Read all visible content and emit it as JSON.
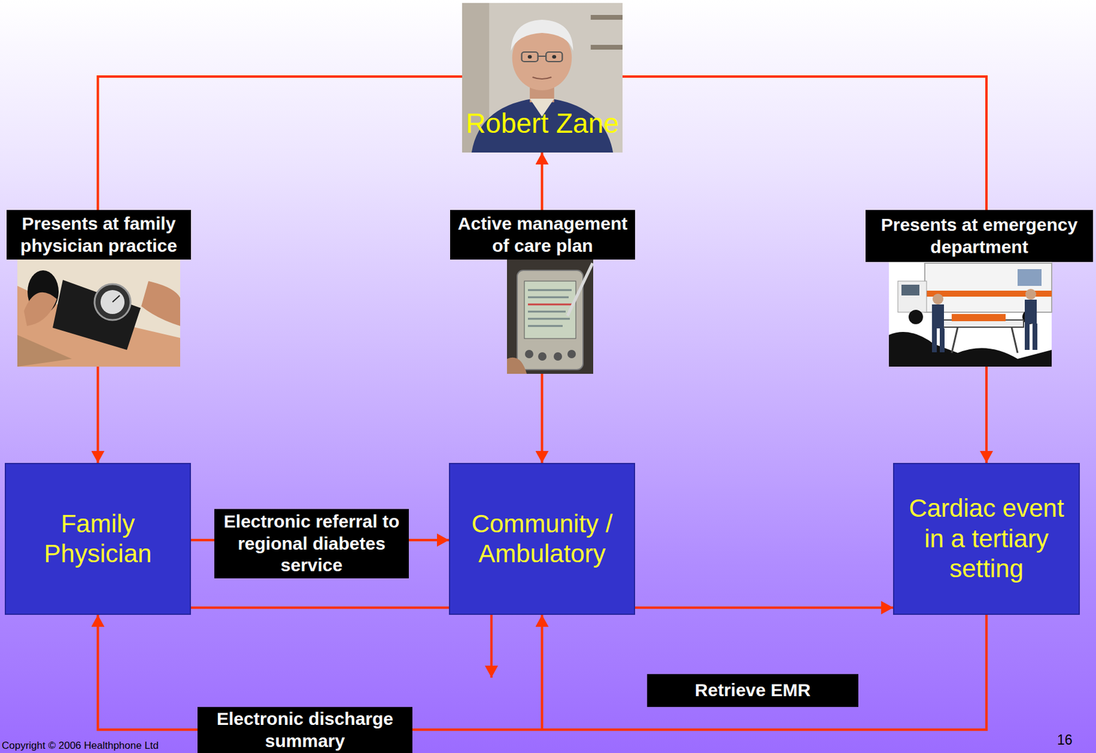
{
  "diagram": {
    "nodes": [
      {
        "text": [
          "Robert Zane"
        ]
      },
      {
        "text": [
          "Family Physician"
        ]
      },
      {
        "text": [
          "Community / Ambulatory"
        ]
      },
      {
        "text": [
          "Cardiac event in a tertiary setting"
        ]
      }
    ],
    "edges": [
      {
        "from": 0,
        "to": 1,
        "arrow": "to",
        "label": "Presents at family physician practice"
      },
      {
        "from": 0,
        "to": 2,
        "arrow": "both",
        "label": "Active management of care plan"
      },
      {
        "from": 0,
        "to": 3,
        "arrow": "to",
        "label": "Presents at emergency department"
      },
      {
        "from": 1,
        "to": 2,
        "arrow": "to",
        "label": "Electronic referral to regional diabetes service"
      },
      {
        "from": 3,
        "to": 1,
        "arrow": "to",
        "label": "Electronic discharge summary"
      },
      {
        "from": 3,
        "to": 2,
        "arrow": "to"
      },
      {
        "from": 1,
        "to": 3,
        "arrow": "to",
        "label": "Retrieve EMR"
      },
      {
        "from": 2,
        "to": 3,
        "arrow": "to"
      }
    ],
    "labels": [
      "Copyright © 2006 Healthphone Ltd",
      "16"
    ]
  }
}
